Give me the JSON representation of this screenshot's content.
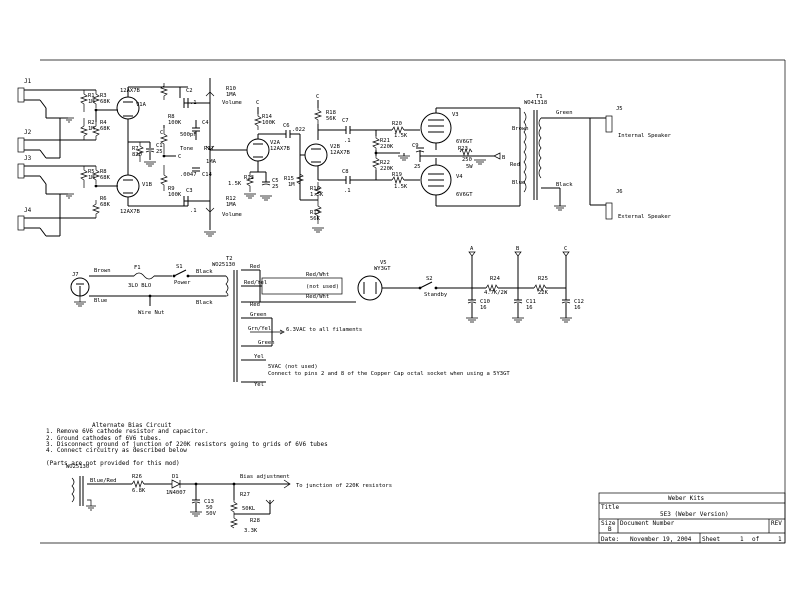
{
  "jacks": [
    "J1",
    "J2",
    "J3",
    "J4"
  ],
  "preamp": {
    "resistors": [
      {
        "ref": "R1",
        "value": "1M"
      },
      {
        "ref": "R3",
        "value": "68K"
      },
      {
        "ref": "R2",
        "value": "1M"
      },
      {
        "ref": "R4",
        "value": "68K"
      },
      {
        "ref": "R5",
        "value": "1M"
      },
      {
        "ref": "R8",
        "value": "68K"
      },
      {
        "ref": "R6",
        "value": "68K"
      },
      {
        "ref": "R7",
        "value": "820"
      },
      {
        "ref": "R8",
        "value": "100K"
      },
      {
        "ref": "R9",
        "value": "100K"
      },
      {
        "ref": "R10",
        "value": "1MA"
      },
      {
        "ref": "R11",
        "value": "1MA"
      },
      {
        "ref": "R12",
        "value": "1MA"
      }
    ],
    "tubes": [
      {
        "ref": "V1A",
        "type": "12AX7B"
      },
      {
        "ref": "V1B",
        "type": "12AX7B"
      }
    ],
    "caps": [
      {
        "ref": "C1",
        "value": "25"
      },
      {
        "ref": "C2",
        "value": ".1"
      },
      {
        "ref": "C3",
        "value": ".1"
      },
      {
        "ref": "C4",
        "value": "500pF"
      },
      {
        "ref": "C14",
        "value": ".0047"
      }
    ],
    "labels": [
      "Volume",
      "Tone",
      "Volume",
      "C",
      "C"
    ]
  },
  "driver": {
    "tube_v2a": "V2A",
    "tube_v2a_type": "12AX7B",
    "tube_v2b": "V2B",
    "tube_v2b_type": "12AX7B",
    "r13": "R13",
    "r13_value": "1.5K",
    "r14": "R14",
    "r14_value": "100K",
    "r15": "R15",
    "r15_value": "1M",
    "r16": "R16",
    "r16_value": "1.5K",
    "r17": "R17",
    "r17_value": "56K",
    "r18": "R18",
    "r18_value": "56K",
    "c5": "C5",
    "c5_value": "25",
    "c6": "C6",
    "c6_value": ".022",
    "c7": "C7",
    "c7_value": ".1",
    "c8": "C8",
    "c8_value": ".1",
    "node_c1": "C",
    "node_c2": "C"
  },
  "output": {
    "r19": "R19",
    "r19_value": "1.5K",
    "r20": "R20",
    "r20_value": "1.5K",
    "r21": "R21",
    "r21_value": "220K",
    "r22": "R22",
    "r22_value": "220K",
    "r23": "R23",
    "r23_value": "250",
    "r23_watts": "5W",
    "c9": "C9",
    "c9_value": "25",
    "v3": "V3",
    "v3_type": "6V6GT",
    "v4": "V4",
    "v4_type": "6V6GT",
    "t1": "T1",
    "t1_part": "WO41318",
    "wire_brown": "Brown",
    "wire_red": "Red",
    "wire_blue": "Blue",
    "wire_green": "Green",
    "wire_black": "Black",
    "node_b": "B",
    "j5": "J5",
    "j5_label": "Internal Speaker",
    "j6": "J6",
    "j6_label": "External Speaker"
  },
  "power": {
    "j7": "J7",
    "f1": "F1",
    "f1_value": "3LO BLO",
    "s1": "S1",
    "s1_label": "Power",
    "t2": "T2",
    "t2_part": "WO25130",
    "wire_brown": "Brown",
    "wire_blue": "Blue",
    "wire_black1": "Black",
    "wire_black2": "Black",
    "wire_nut": "Wire Nut",
    "sec_red": "Red",
    "sec_red_yel": "Red/Yel",
    "sec_red2": "Red",
    "sec_green": "Green",
    "sec_grn_yel": "Grn/Yel",
    "sec_green2": "Green",
    "sec_yel": "Yel",
    "sec_yel2": "Yel",
    "red_wht1": "Red/Wht",
    "not_used": "(not used)",
    "red_wht2": "Red/Wht",
    "filaments": "6.3VAC to all filaments",
    "five_vac": "5VAC (not used)",
    "five_note": "Connect to pins 2 and 8 of the Copper Cap octal socket when using a 5Y3GT",
    "v5": "V5",
    "v5_type": "WY3GT",
    "s2": "S2",
    "s2_label": "Standby",
    "r24": "R24",
    "r24_value": "4.7K/2W",
    "r25": "R25",
    "r25_value": "22K",
    "c10": "C10",
    "c10_value": "16",
    "c11": "C11",
    "c11_value": "16",
    "c12": "C12",
    "c12_value": "16",
    "node_a": "A",
    "node_b": "B",
    "node_c": "C"
  },
  "bias": {
    "title": "Alternate Bias Circuit",
    "steps": [
      "1. Remove 6V6 cathode resistor and capacitor.",
      "2. Ground cathodes of 6V6 tubes.",
      "3. Disconnect ground of junction of 220K resistors going to grids of 6V6 tubes",
      "4. Connect circuitry as described below"
    ],
    "note": "(Parts are not provided for this mod)",
    "t_part": "WO25130",
    "wire": "Blue/Red",
    "r26": "R26",
    "r26_value": "6.8K",
    "d1": "D1",
    "d1_value": "1N4007",
    "c13": "C13",
    "c13_value1": "50",
    "c13_value2": "50V",
    "adj": "Bias adjustment",
    "r27": "R27",
    "r27_value": "50KL",
    "r28": "R28",
    "r28_value": "3.3K",
    "to_junction": "To junction of 220K resistors"
  },
  "title_block": {
    "company": "Weber Kits",
    "title_label": "Title",
    "title_value": "5E3 (Weber Version)",
    "size_label": "Size",
    "size_value": "B",
    "docnum_label": "Document Number",
    "rev_label": "REV",
    "date_label": "Date:",
    "date_value": "November 19, 2004",
    "sheet_label": "Sheet",
    "sheet_value": "1",
    "of_label": "of",
    "of_value": "1"
  }
}
